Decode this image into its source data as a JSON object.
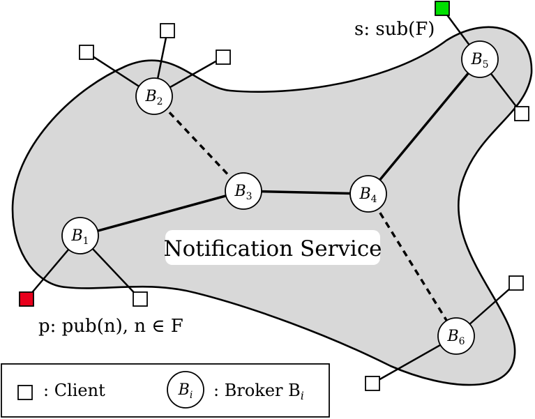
{
  "service": {
    "label": "Notification Service",
    "fill": "#d8d8d8"
  },
  "brokers": [
    {
      "id": "b1",
      "label": "B",
      "sub": "1"
    },
    {
      "id": "b2",
      "label": "B",
      "sub": "2"
    },
    {
      "id": "b3",
      "label": "B",
      "sub": "3"
    },
    {
      "id": "b4",
      "label": "B",
      "sub": "4"
    },
    {
      "id": "b5",
      "label": "B",
      "sub": "5"
    },
    {
      "id": "b6",
      "label": "B",
      "sub": "6"
    }
  ],
  "annotations": {
    "subscriber": "s: sub(F)",
    "publisher": "p: pub(n), n ∈ F"
  },
  "colors": {
    "publisher": "#e8001c",
    "subscriber": "#00e000",
    "client": "#ffffff",
    "broker": "#ffffff",
    "line": "#000000"
  },
  "legend": {
    "client_label": ": Client",
    "broker_symbol": "B",
    "broker_symbol_sub": "i",
    "broker_label": ": Broker B",
    "broker_label_sub": "i"
  }
}
